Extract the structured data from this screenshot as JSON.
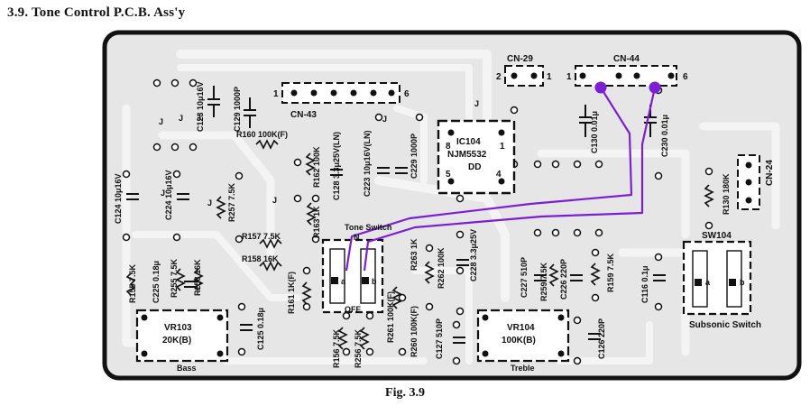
{
  "page": {
    "heading": "3.9.  Tone Control P.C.B. Ass'y",
    "caption": "Fig. 3.9"
  },
  "colors": {
    "board_fill": "#e6e6e6",
    "board_border": "#111111",
    "trace_fill": "#f4f4f4",
    "highlight_wire": "#7a1fd6",
    "ink": "#111111"
  },
  "connectors": {
    "cn43": {
      "label": "CN-43",
      "pin_start": "1",
      "pin_end": "6"
    },
    "cn29": {
      "label": "CN-29",
      "pin_start": "2",
      "pin_end": "1"
    },
    "cn44": {
      "label": "CN-44",
      "pin_start": "1",
      "pin_end": "6"
    },
    "cn24": {
      "label": "CN-24"
    }
  },
  "ics": {
    "ic104": {
      "ref": "IC104",
      "part": "NJM5532",
      "code": "DD",
      "pins": [
        "8",
        "1",
        "5",
        "4"
      ]
    }
  },
  "switches": {
    "tone": {
      "label": "Tone Switch",
      "on": "N",
      "off": "OFF",
      "a": "a",
      "b": "b"
    },
    "subsonic": {
      "ref": "SW104",
      "label": "Subsonic Switch",
      "a": "a",
      "b": "b"
    }
  },
  "pots": {
    "vr103": {
      "ref": "VR103",
      "value": "20K(B)",
      "label": "Bass"
    },
    "vr104": {
      "ref": "VR104",
      "value": "100K(B)",
      "label": "Treble"
    }
  },
  "jumper": "J",
  "parts": {
    "c123": "C123 10μ16V",
    "c129": "C129 1000P",
    "r160": "R160 100K(F)",
    "r162": "R162 100K",
    "c128": "C128 3.3μ25V(LN)",
    "c223": "C223 10μ16V(LN)",
    "c229": "C229 1000P",
    "c130": "C130 0.01μ",
    "c230": "C230 0.01μ",
    "r130": "R130 180K",
    "c124": "C124 10μ16V",
    "c224": "C224 10μ16V",
    "r257": "R257 7.5K",
    "r157": "R157 7.5K",
    "r158": "R158 16K",
    "r163": "R163 1K",
    "r263": "R263 1K",
    "r262": "R262 100K",
    "c228": "C228 3.3μ25V",
    "c227": "C227 510P",
    "r259": "R259 7.5K",
    "c226": "C226 220P",
    "r159": "R159 7.5K",
    "c116": "C116 0.1μ",
    "r155": "R155 7.5K",
    "c225": "C225 0.18μ",
    "r255": "R255 7.5K",
    "r258": "R258 16K",
    "r161": "R161 1K(F)",
    "c125": "C125 0.18μ",
    "r261": "R261 100K(F)",
    "r260": "R260 100K(F)",
    "r156": "R156 7.5K",
    "r256": "R256 7.5K",
    "c127": "C127 510P",
    "c126": "C126 220P"
  }
}
